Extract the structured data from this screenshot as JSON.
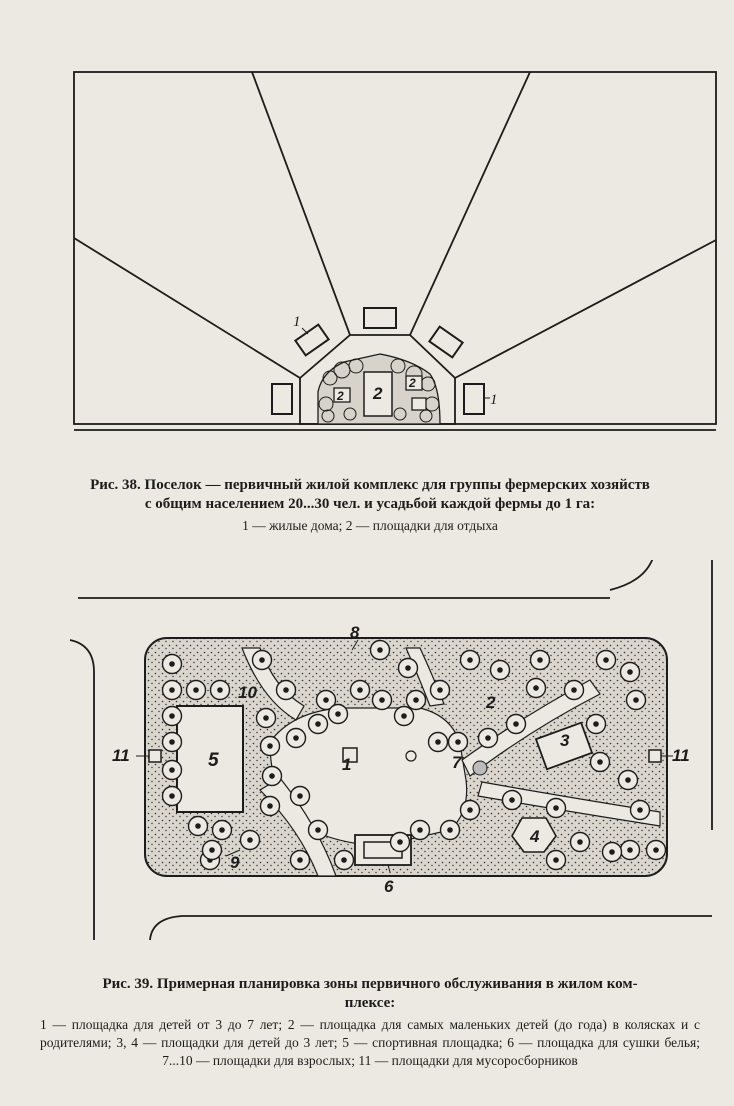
{
  "figure38": {
    "labels": {
      "houses": "1",
      "rest_area": "2"
    },
    "title_line1": "Рис. 38. Поселок — первичный жилой комплекс для группы фермерских хозяйств",
    "title_line2": "с общим населением 20...30 чел. и усадьбой каждой фермы до 1 га:",
    "legend": "1 — жилые дома; 2 — площадки для отдыха"
  },
  "figure39": {
    "labels": {
      "l1": "1",
      "l2": "2",
      "l3": "3",
      "l4": "4",
      "l5": "5",
      "l6": "6",
      "l7": "7",
      "l8": "8",
      "l9": "9",
      "l10": "10",
      "l11_left": "11",
      "l11_right": "11"
    },
    "title_line1": "Рис. 39. Примерная планировка зоны первичного обслуживания в жилом ком-",
    "title_line2": "плексе:",
    "legend": "1 — площадка для детей от 3 до 7 лет; 2 — площадка для самых маленьких детей (до года) в колясках и с родителями; 3, 4 — площадки для детей до 3 лет; 5 — спортивная площадка; 6 — площадка для сушки белья; 7...10 — площадки для взрослых; 11 — площадки для мусоросборников"
  }
}
